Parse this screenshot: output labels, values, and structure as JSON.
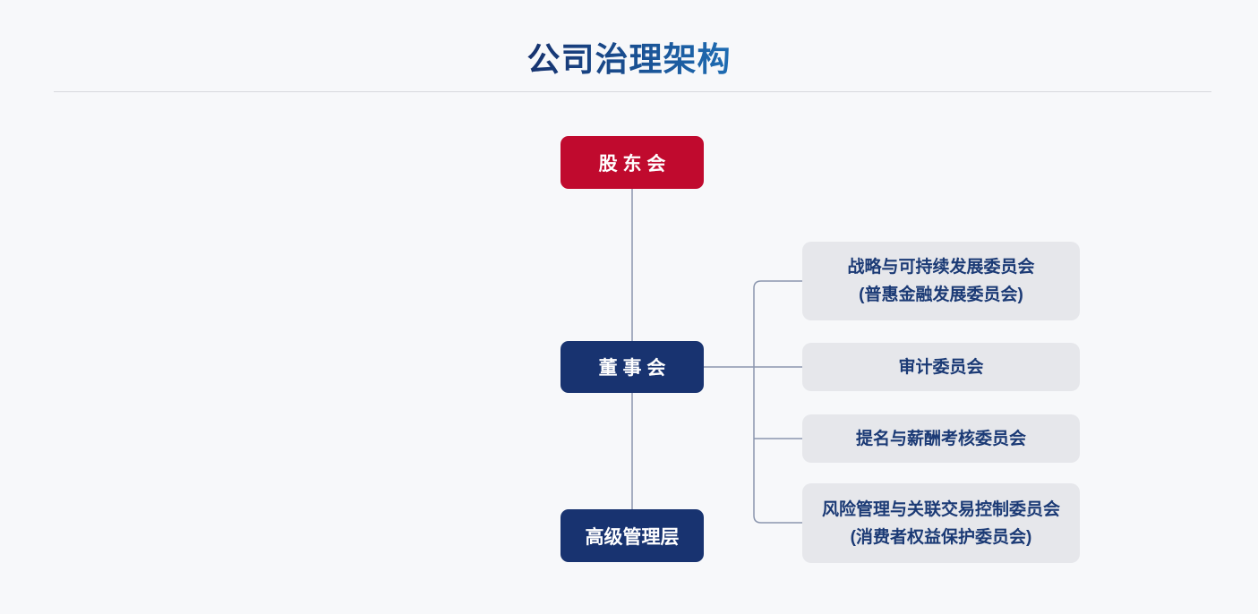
{
  "page": {
    "title": "公司治理架构",
    "background": "#f7f8fa",
    "title_gradient_start": "#16326e",
    "title_gradient_end": "#1e6cb3",
    "divider_color": "#d8d9dd"
  },
  "chart": {
    "type": "org-chart",
    "nodes": {
      "shareholders": {
        "label": "股 东 会",
        "color": "#c00a2e",
        "text_color": "#ffffff"
      },
      "board": {
        "label": "董 事 会",
        "color": "#183370",
        "text_color": "#ffffff"
      },
      "management": {
        "label": "高级管理层",
        "color": "#183370",
        "text_color": "#ffffff"
      }
    },
    "hierarchy": [
      "shareholders",
      "board",
      "management"
    ],
    "committees": [
      {
        "line1": "战略与可持续发展委员会",
        "line2": "(普惠金融发展委员会)"
      },
      {
        "line1": "审计委员会",
        "line2": ""
      },
      {
        "line1": "提名与薪酬考核委员会",
        "line2": ""
      },
      {
        "line1": "风险管理与关联交易控制委员会",
        "line2": "(消费者权益保护委员会)"
      }
    ],
    "colors": {
      "committee_bg": "#e6e7eb",
      "committee_text": "#1b3a75",
      "connector": "#8b96ae"
    }
  }
}
